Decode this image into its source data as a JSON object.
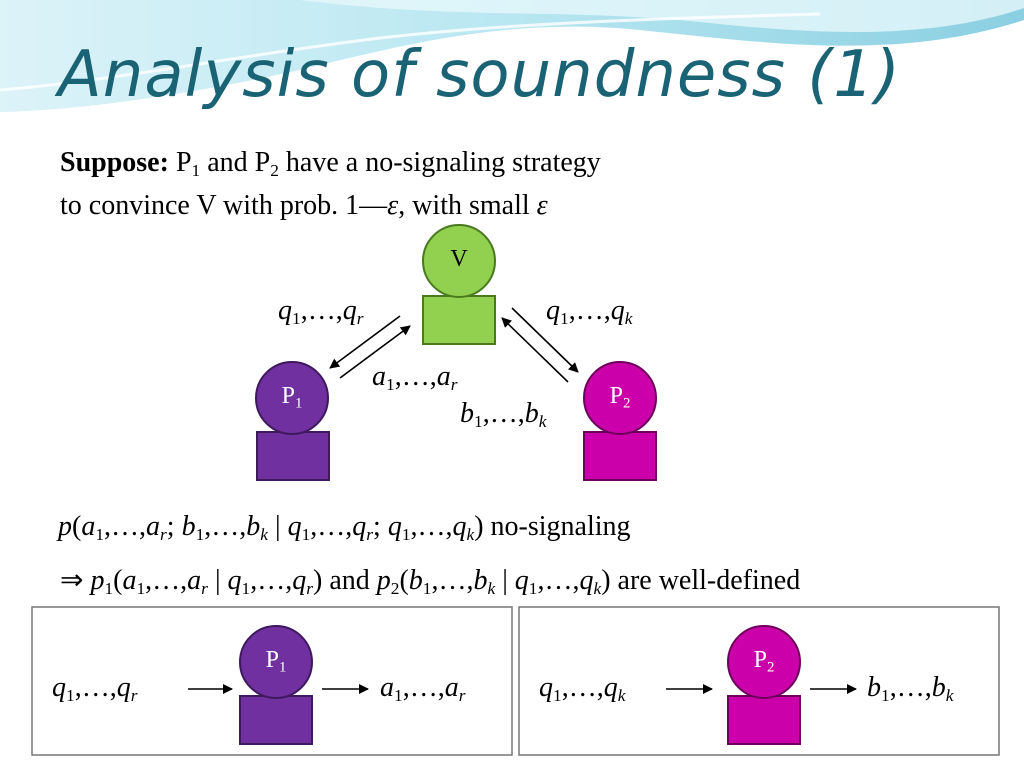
{
  "title": "Analysis of soundness (1)",
  "suppose": {
    "label": "Suppose:",
    "p": "P",
    "one": "1",
    "and": "and",
    "two": "2",
    "rest": "have a no-signaling strategy",
    "line2_pre": "to convince V with prob. 1—",
    "eps": "ε",
    "line2_mid": ", with small ",
    "eps2": "ε"
  },
  "nodes": {
    "verifier": "V",
    "prover1": "P",
    "prover1_sub": "1",
    "prover2": "P",
    "prover2_sub": "2"
  },
  "labels": {
    "q": "q",
    "a": "a",
    "b": "b",
    "sub1": "1",
    "sub_r": "r",
    "sub_k": "k",
    "ellipsis": ",…,"
  },
  "colors": {
    "title": "#1a6374",
    "verifier_fill": "#92d050",
    "prover1_fill": "#7030a0",
    "prover2_fill": "#cc00aa",
    "top_wave": "#7fd3e6"
  },
  "statements": {
    "line1_suffix": "no-signaling",
    "implies": "⇒",
    "and": "and",
    "line2_suffix": "are well-defined"
  }
}
